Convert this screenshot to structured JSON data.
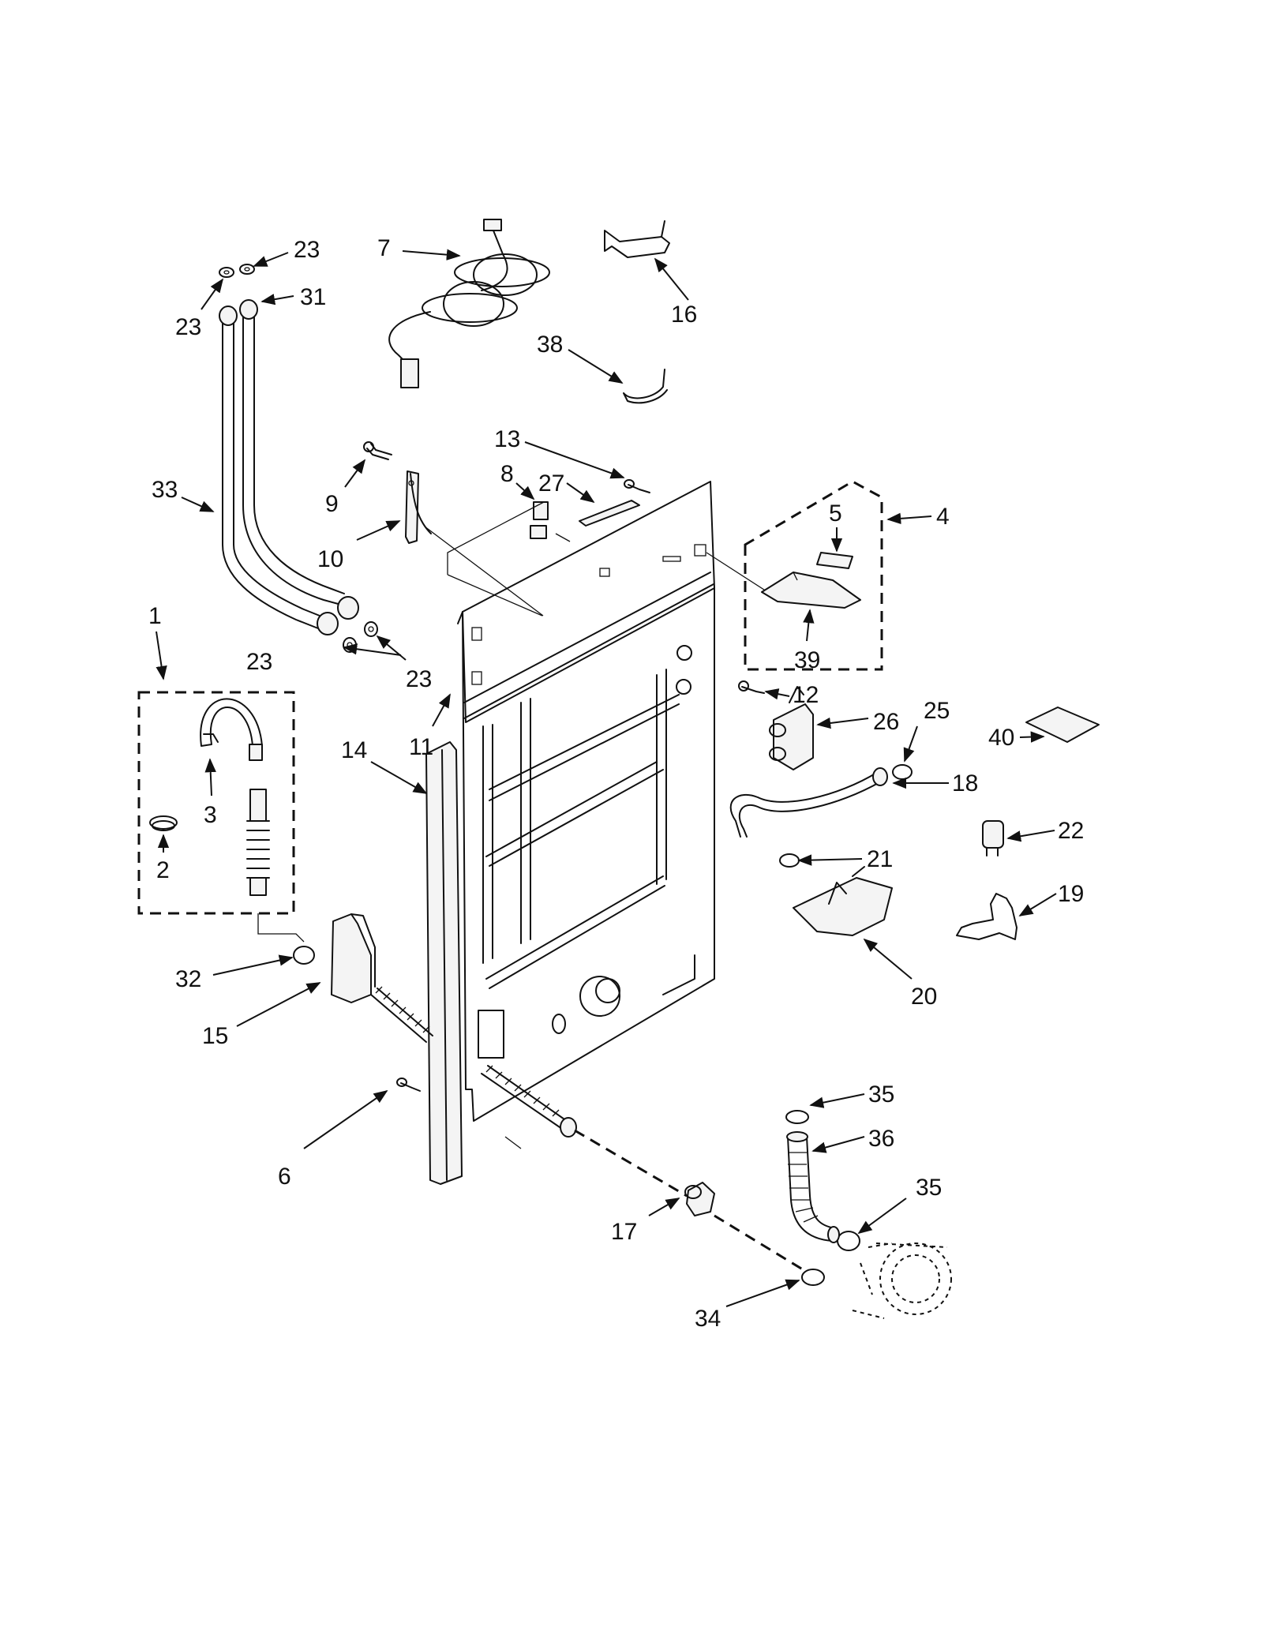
{
  "callouts": [
    {
      "id": "c1",
      "label": "1"
    },
    {
      "id": "c2",
      "label": "2"
    },
    {
      "id": "c3",
      "label": "3"
    },
    {
      "id": "c4",
      "label": "4"
    },
    {
      "id": "c5",
      "label": "5"
    },
    {
      "id": "c6",
      "label": "6"
    },
    {
      "id": "c7",
      "label": "7"
    },
    {
      "id": "c8",
      "label": "8"
    },
    {
      "id": "c9",
      "label": "9"
    },
    {
      "id": "c10",
      "label": "10"
    },
    {
      "id": "c11",
      "label": "11"
    },
    {
      "id": "c12",
      "label": "12"
    },
    {
      "id": "c13",
      "label": "13"
    },
    {
      "id": "c14",
      "label": "14"
    },
    {
      "id": "c15",
      "label": "15"
    },
    {
      "id": "c16",
      "label": "16"
    },
    {
      "id": "c17",
      "label": "17"
    },
    {
      "id": "c18",
      "label": "18"
    },
    {
      "id": "c19",
      "label": "19"
    },
    {
      "id": "c20",
      "label": "20"
    },
    {
      "id": "c21",
      "label": "21"
    },
    {
      "id": "c22",
      "label": "22"
    },
    {
      "id": "c23a",
      "label": "23"
    },
    {
      "id": "c23b",
      "label": "23"
    },
    {
      "id": "c23c",
      "label": "23"
    },
    {
      "id": "c23d",
      "label": "23"
    },
    {
      "id": "c25",
      "label": "25"
    },
    {
      "id": "c26",
      "label": "26"
    },
    {
      "id": "c27",
      "label": "27"
    },
    {
      "id": "c31",
      "label": "31"
    },
    {
      "id": "c32",
      "label": "32"
    },
    {
      "id": "c33",
      "label": "33"
    },
    {
      "id": "c34",
      "label": "34"
    },
    {
      "id": "c35a",
      "label": "35"
    },
    {
      "id": "c35b",
      "label": "35"
    },
    {
      "id": "c36",
      "label": "36"
    },
    {
      "id": "c38",
      "label": "38"
    },
    {
      "id": "c39",
      "label": "39"
    },
    {
      "id": "c40",
      "label": "40"
    }
  ]
}
